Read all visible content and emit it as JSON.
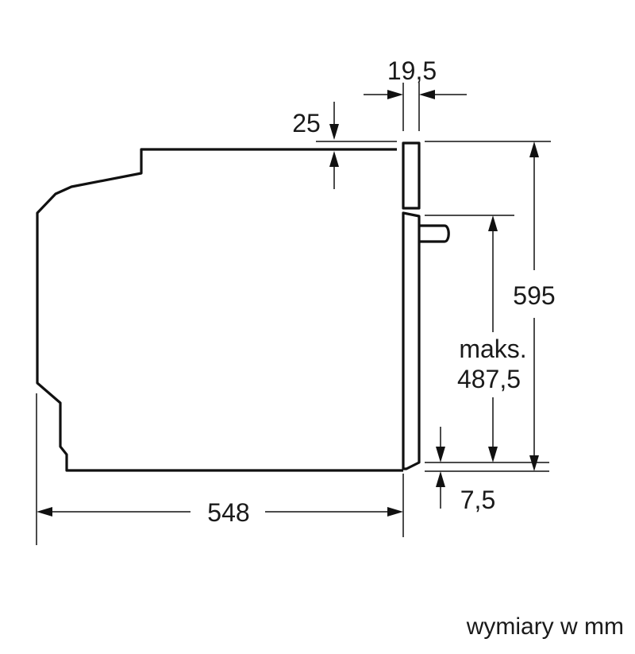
{
  "dimensions": {
    "depth": "548",
    "front_panel": "19,5",
    "top_gap": "25",
    "height": "595",
    "max_label": "maks.",
    "max_value": "487,5",
    "bottom_gap": "7,5"
  },
  "caption": "wymiary w mm"
}
